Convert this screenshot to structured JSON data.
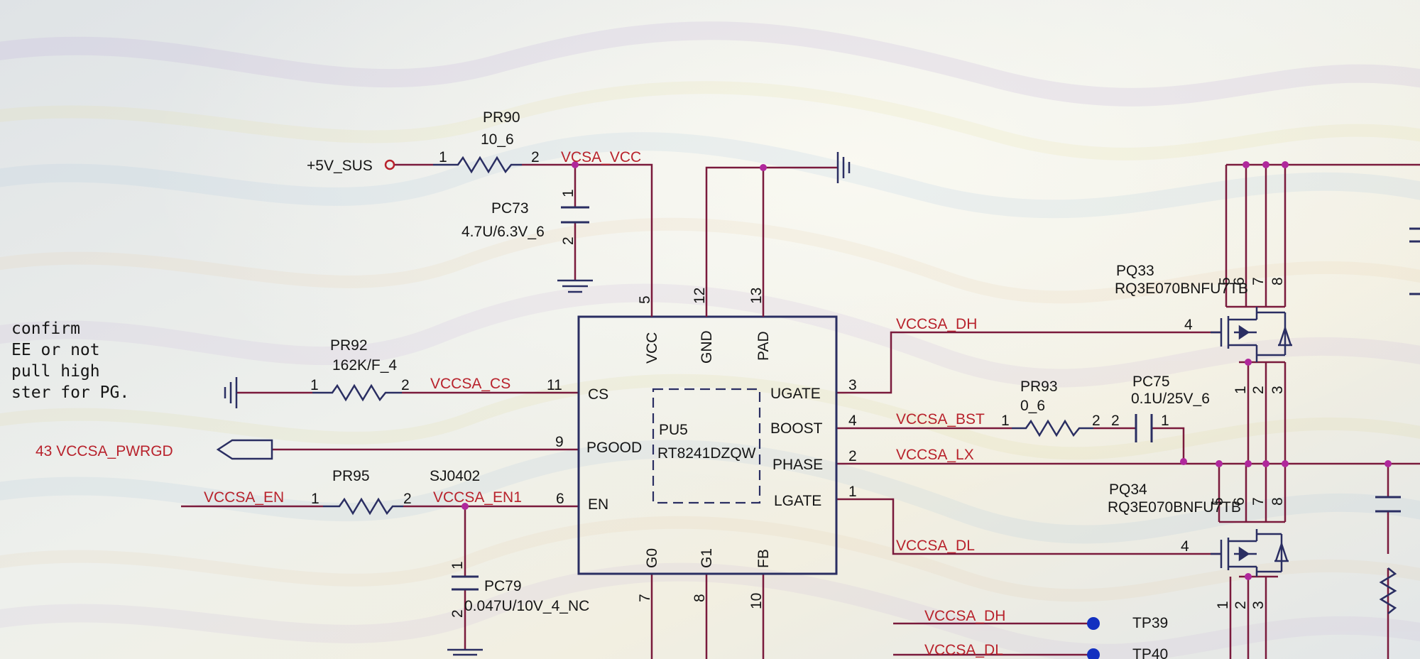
{
  "note_lines": [
    "confirm",
    "EE or not",
    "pull high",
    "ster for PG."
  ],
  "supply": {
    "label": "+5V_SUS"
  },
  "components": {
    "PR90": {
      "ref": "PR90",
      "value": "10_6",
      "pin1": "1",
      "pin2": "2"
    },
    "PC73": {
      "ref": "PC73",
      "value": "4.7U/6.3V_6",
      "pin1": "1",
      "pin2": "2"
    },
    "PR92": {
      "ref": "PR92",
      "value": "162K/F_4",
      "pin1": "1",
      "pin2": "2"
    },
    "PR95": {
      "ref": "PR95",
      "pin1": "1",
      "pin2": "2"
    },
    "SJ0402": {
      "ref": "SJ0402"
    },
    "PC79": {
      "ref": "PC79",
      "value": "0.047U/10V_4_NC",
      "pin1": "1",
      "pin2": "2"
    },
    "PR93": {
      "ref": "PR93",
      "value": "0_6",
      "pin1": "1",
      "pin2": "2"
    },
    "PC75": {
      "ref": "PC75",
      "value": "0.1U/25V_6",
      "pin1": "2",
      "pin2": "1"
    },
    "PQ33": {
      "ref": "PQ33",
      "value": "RQ3E070BNFU7TB",
      "gate_pin": "4",
      "top_pins": [
        "5",
        "6",
        "7",
        "8"
      ],
      "bottom_pins": [
        "1",
        "2",
        "3"
      ]
    },
    "PQ34": {
      "ref": "PQ34",
      "value": "RQ3E070BNFU7TB",
      "gate_pin": "4",
      "top_pins": [
        "5",
        "6",
        "7",
        "8"
      ],
      "bottom_pins": [
        "1",
        "2",
        "3"
      ]
    }
  },
  "ic": {
    "ref": "PU5",
    "part": "RT8241DZQW",
    "top_pins": [
      {
        "name": "VCC",
        "num": "5"
      },
      {
        "name": "GND",
        "num": "12"
      },
      {
        "name": "PAD",
        "num": "13"
      }
    ],
    "left_pins": [
      {
        "name": "CS",
        "num": "11"
      },
      {
        "name": "PGOOD",
        "num": "9"
      },
      {
        "name": "EN",
        "num": "6"
      }
    ],
    "right_pins": [
      {
        "name": "UGATE",
        "num": "3"
      },
      {
        "name": "BOOST",
        "num": "4"
      },
      {
        "name": "PHASE",
        "num": "2"
      },
      {
        "name": "LGATE",
        "num": "1"
      }
    ],
    "bottom_pins": [
      {
        "name": "G0",
        "num": "7"
      },
      {
        "name": "G1",
        "num": "8"
      },
      {
        "name": "FB",
        "num": "10"
      }
    ]
  },
  "nets": {
    "vcc": "VCSA_VCC",
    "cs": "VCCSA_CS",
    "pwrgd": "43 VCCSA_PWRGD",
    "en": "VCCSA_EN",
    "en1": "VCCSA_EN1",
    "dh": "VCCSA_DH",
    "bst": "VCCSA_BST",
    "lx": "VCCSA_LX",
    "dl": "VCCSA_DL"
  },
  "testpoints": [
    {
      "net": "VCCSA_DH",
      "ref": "TP39"
    },
    {
      "net": "VCCSA_DL",
      "ref": "TP40"
    }
  ],
  "colors": {
    "wire": "#7a1a3c",
    "net_label": "#b8222c",
    "junction": "#b0289c",
    "text": "#151515",
    "body": "#2a2e62",
    "testpoint": "#1330c0"
  }
}
